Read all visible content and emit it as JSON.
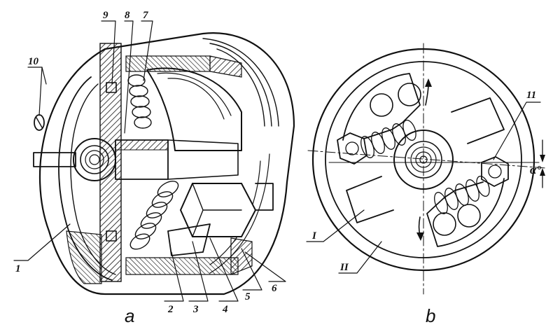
{
  "panel_a": {
    "caption": "a",
    "labels": [
      "10",
      "9",
      "8",
      "7",
      "1",
      "2",
      "3",
      "4",
      "5",
      "6"
    ]
  },
  "panel_b": {
    "caption": "b",
    "labels": [
      "11",
      "I",
      "II"
    ],
    "angle_label": "α°"
  },
  "colors": {
    "ink": "#111111",
    "background": "#ffffff"
  }
}
